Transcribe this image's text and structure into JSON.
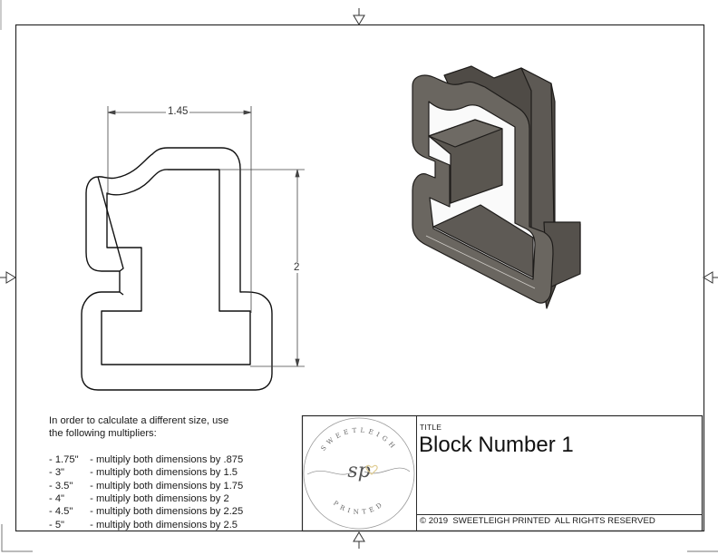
{
  "drawing": {
    "part_name": "Block Number 1",
    "views": {
      "front_view": {
        "dimensions": {
          "width_label": "1.45",
          "height_label": "2"
        }
      },
      "isometric_view": {
        "fill_color": "#5a5650",
        "edge_color": "#1e1c1a"
      }
    }
  },
  "notes": {
    "intro": "In order to calculate a different size, use the following multipliers:",
    "intro_line1": "In order to calculate a different size, use",
    "intro_line2": "the following multipliers:",
    "multipliers": [
      {
        "size": "- 1.75\"",
        "instruction": " - multiply both dimensions by .875"
      },
      {
        "size": "- 3\"",
        "instruction": " - multiply both dimensions by 1.5"
      },
      {
        "size": "- 3.5\"",
        "instruction": " - multiply both dimensions by 1.75"
      },
      {
        "size": "- 4\"",
        "instruction": " - multiply both dimensions by 2"
      },
      {
        "size": "- 4.5\"",
        "instruction": " - multiply both dimensions by 2.25"
      },
      {
        "size": "- 5\"",
        "instruction": " - multiply both dimensions by 2.5"
      }
    ]
  },
  "title_block": {
    "title_label": "TITLE",
    "title": "Block Number 1",
    "copyright": "© 2019  SWEETLEIGH PRINTED  ALL RIGHTS RESERVED",
    "logo": {
      "top_text": "SWEETLEIGH",
      "bottom_text": "PRINTED",
      "monogram": "sp",
      "heart_color": "#e8d9a8"
    }
  },
  "colors": {
    "frame": "#2b2b2b",
    "line": "#111111",
    "dimension": "#444444"
  }
}
